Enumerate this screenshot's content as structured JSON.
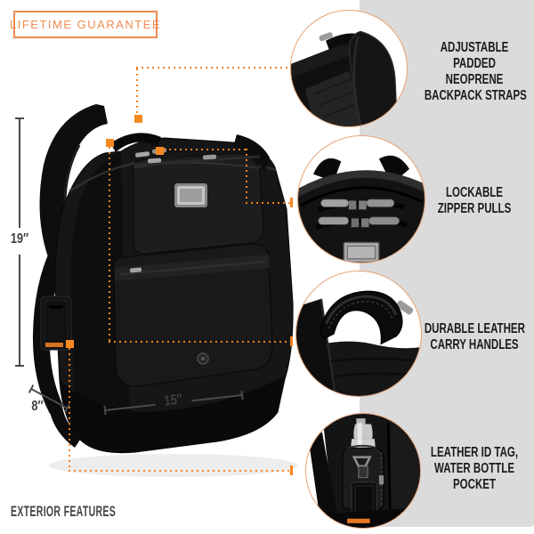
{
  "badge": {
    "text": "LIFETIME GUARANTEE"
  },
  "footer": {
    "text": "EXTERIOR FEATURES"
  },
  "dimensions": {
    "height": "19″",
    "depth": "8″",
    "width": "15″"
  },
  "features": [
    {
      "id": "straps",
      "photo": "backpack-top-straps-photo",
      "lines": [
        "ADJUSTABLE",
        "PADDED",
        "NEOPRENE",
        "BACKPACK STRAPS"
      ]
    },
    {
      "id": "zippers",
      "photo": "lockable-zipper-pulls-photo",
      "lines": [
        "LOCKABLE",
        "ZIPPER PULLS"
      ]
    },
    {
      "id": "handles",
      "photo": "leather-carry-handle-photo",
      "lines": [
        "DURABLE LEATHER",
        "CARRY HANDLES"
      ]
    },
    {
      "id": "idtag",
      "photo": "id-tag-water-bottle-pocket-photo",
      "lines": [
        "LEATHER ID TAG,",
        "WATER BOTTLE",
        "POCKET"
      ]
    }
  ],
  "colors": {
    "accent_orange": "#F5831F",
    "anchor_orange": "#F68920",
    "badge_orange": "#EE8C50",
    "circle_ring_orange": "#E7A273",
    "panel_gray": "#DBDBDB",
    "label_text": "#1B1B1B",
    "dimension_gray": "#4A4A4A",
    "bag_black": "#141414"
  }
}
